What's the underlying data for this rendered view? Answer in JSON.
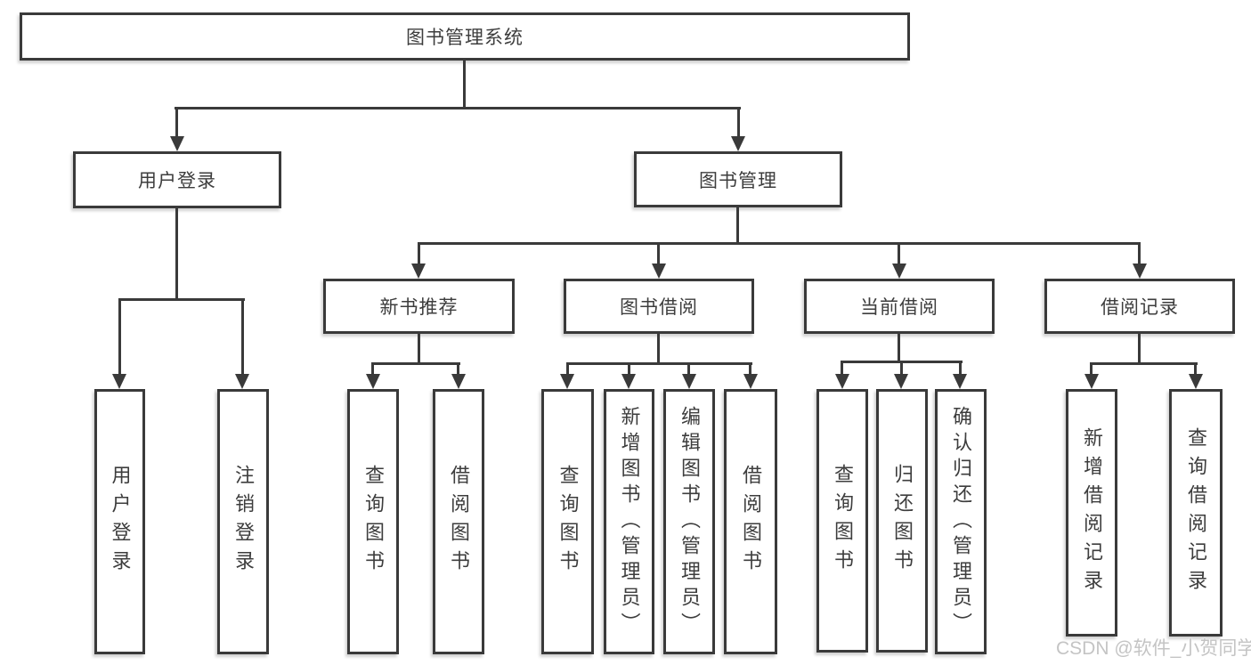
{
  "diagram": {
    "type": "tree",
    "root": {
      "label": "图书管理系统",
      "children": [
        {
          "label": "用户登录",
          "children": [
            {
              "label": "用户登录"
            },
            {
              "label": "注销登录"
            }
          ]
        },
        {
          "label": "图书管理",
          "children": [
            {
              "label": "新书推荐",
              "children": [
                {
                  "label": "查询图书"
                },
                {
                  "label": "借阅图书"
                }
              ]
            },
            {
              "label": "图书借阅",
              "children": [
                {
                  "label": "查询图书"
                },
                {
                  "label": "新增图书（管理员）"
                },
                {
                  "label": "编辑图书（管理员）"
                },
                {
                  "label": "借阅图书"
                }
              ]
            },
            {
              "label": "当前借阅",
              "children": [
                {
                  "label": "查询图书"
                },
                {
                  "label": "归还图书"
                },
                {
                  "label": "确认归还（管理员）"
                }
              ]
            },
            {
              "label": "借阅记录",
              "children": [
                {
                  "label": "新增借阅记录"
                },
                {
                  "label": "查询借阅记录"
                }
              ]
            }
          ]
        }
      ]
    }
  },
  "watermark": {
    "text": "CSDN @软件_小贺同学"
  },
  "colors": {
    "line": "#3a3a3a",
    "text": "#3d3d3d",
    "bg": "#ffffff",
    "watermark": "#c4c4c4"
  }
}
